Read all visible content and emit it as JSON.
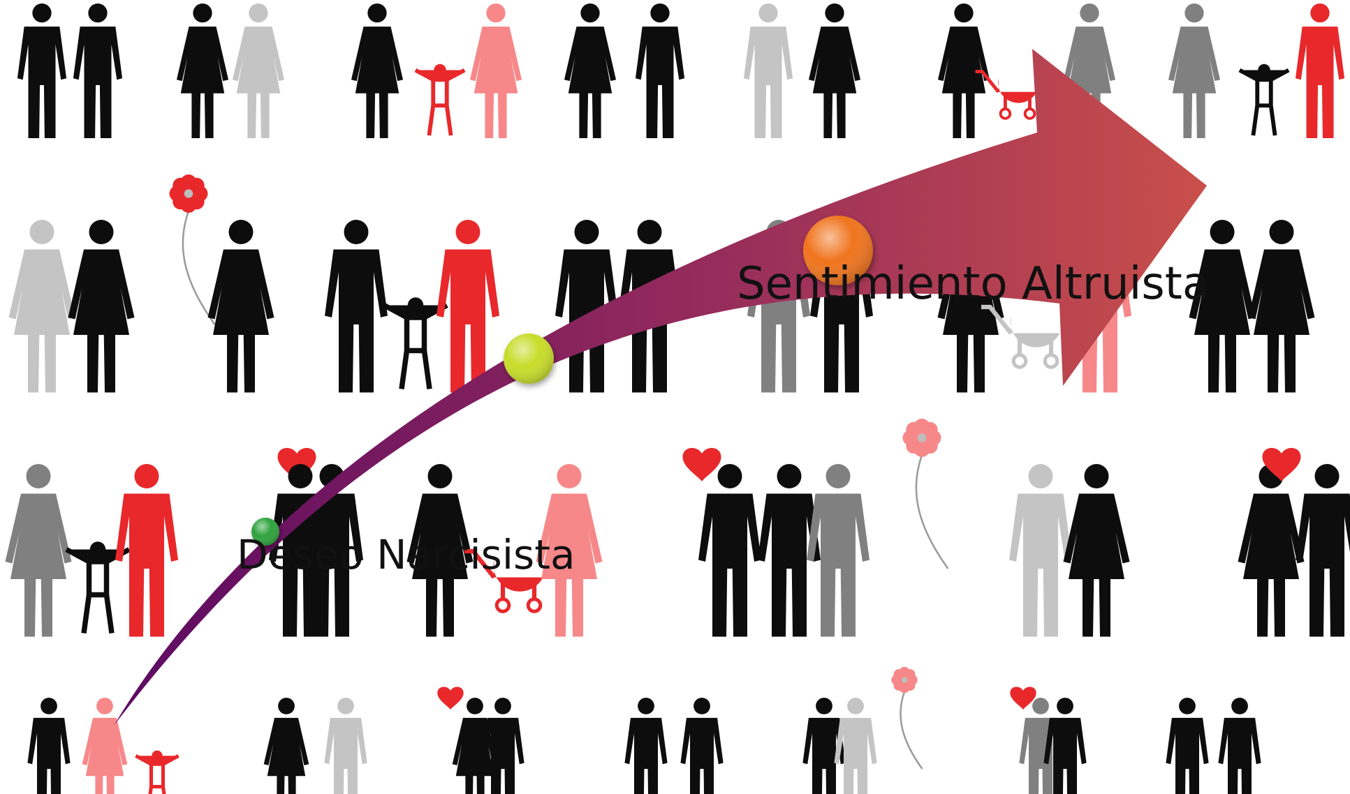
{
  "diagram": {
    "labels": {
      "start": "Deseo Narcisista",
      "end": "Sentimiento Altruista"
    },
    "arrow": {
      "color_start": "#5c0a62",
      "color_end": "#c94f4a"
    },
    "milestones": [
      {
        "name": "start-dot",
        "color": "#2ea33d"
      },
      {
        "name": "middle-dot",
        "color": "#c8dc2a"
      },
      {
        "name": "end-dot",
        "color": "#f0741e"
      }
    ],
    "figure_colors": {
      "black": "#0d0d0d",
      "grey": "#808080",
      "light_grey": "#c4c4c4",
      "red": "#e8282b",
      "pink": "#f7888a"
    },
    "background_figures": [
      {
        "type": "man",
        "color": "black"
      },
      {
        "type": "man",
        "color": "black"
      },
      {
        "type": "woman",
        "color": "black"
      },
      {
        "type": "woman",
        "color": "light_grey"
      },
      {
        "type": "woman",
        "color": "black"
      },
      {
        "type": "child",
        "color": "red"
      },
      {
        "type": "woman",
        "color": "pink"
      },
      {
        "type": "woman",
        "color": "black"
      },
      {
        "type": "man",
        "color": "black"
      },
      {
        "type": "man",
        "color": "light_grey"
      },
      {
        "type": "woman",
        "color": "black"
      },
      {
        "type": "woman",
        "color": "black"
      },
      {
        "type": "stroller",
        "color": "red"
      },
      {
        "type": "woman",
        "color": "grey"
      },
      {
        "type": "woman",
        "color": "grey"
      },
      {
        "type": "child",
        "color": "black"
      },
      {
        "type": "man",
        "color": "red"
      },
      {
        "type": "woman",
        "color": "light_grey"
      },
      {
        "type": "woman",
        "color": "black"
      },
      {
        "type": "flower",
        "color": "red"
      },
      {
        "type": "woman",
        "color": "black"
      },
      {
        "type": "man",
        "color": "black"
      },
      {
        "type": "child",
        "color": "black"
      },
      {
        "type": "man",
        "color": "red"
      },
      {
        "type": "man",
        "color": "black"
      },
      {
        "type": "man",
        "color": "black"
      },
      {
        "type": "man",
        "color": "grey"
      },
      {
        "type": "man",
        "color": "black"
      },
      {
        "type": "woman",
        "color": "black"
      },
      {
        "type": "stroller",
        "color": "light_grey"
      },
      {
        "type": "man",
        "color": "pink"
      },
      {
        "type": "woman",
        "color": "black"
      },
      {
        "type": "woman",
        "color": "black"
      },
      {
        "type": "woman",
        "color": "grey"
      },
      {
        "type": "child",
        "color": "black"
      },
      {
        "type": "man",
        "color": "red"
      },
      {
        "type": "heart",
        "color": "red"
      },
      {
        "type": "man",
        "color": "black"
      },
      {
        "type": "man",
        "color": "black"
      },
      {
        "type": "woman",
        "color": "black"
      },
      {
        "type": "stroller",
        "color": "red"
      },
      {
        "type": "woman",
        "color": "pink"
      },
      {
        "type": "heart",
        "color": "red"
      },
      {
        "type": "man",
        "color": "black"
      },
      {
        "type": "man",
        "color": "black"
      },
      {
        "type": "man",
        "color": "grey"
      },
      {
        "type": "flower",
        "color": "pink"
      },
      {
        "type": "man",
        "color": "light_grey"
      },
      {
        "type": "woman",
        "color": "black"
      },
      {
        "type": "woman",
        "color": "black"
      },
      {
        "type": "heart",
        "color": "red"
      },
      {
        "type": "man",
        "color": "black"
      },
      {
        "type": "man",
        "color": "black"
      },
      {
        "type": "woman",
        "color": "pink"
      },
      {
        "type": "child",
        "color": "red"
      },
      {
        "type": "woman",
        "color": "black"
      },
      {
        "type": "man",
        "color": "light_grey"
      },
      {
        "type": "woman",
        "color": "black"
      },
      {
        "type": "heart",
        "color": "red"
      },
      {
        "type": "man",
        "color": "black"
      },
      {
        "type": "man",
        "color": "black"
      },
      {
        "type": "man",
        "color": "black"
      },
      {
        "type": "man",
        "color": "black"
      },
      {
        "type": "man",
        "color": "light_grey"
      },
      {
        "type": "flower",
        "color": "pink"
      },
      {
        "type": "man",
        "color": "grey"
      },
      {
        "type": "heart",
        "color": "red"
      },
      {
        "type": "man",
        "color": "black"
      },
      {
        "type": "man",
        "color": "black"
      },
      {
        "type": "man",
        "color": "black"
      },
      {
        "type": "man",
        "color": "black"
      }
    ]
  }
}
